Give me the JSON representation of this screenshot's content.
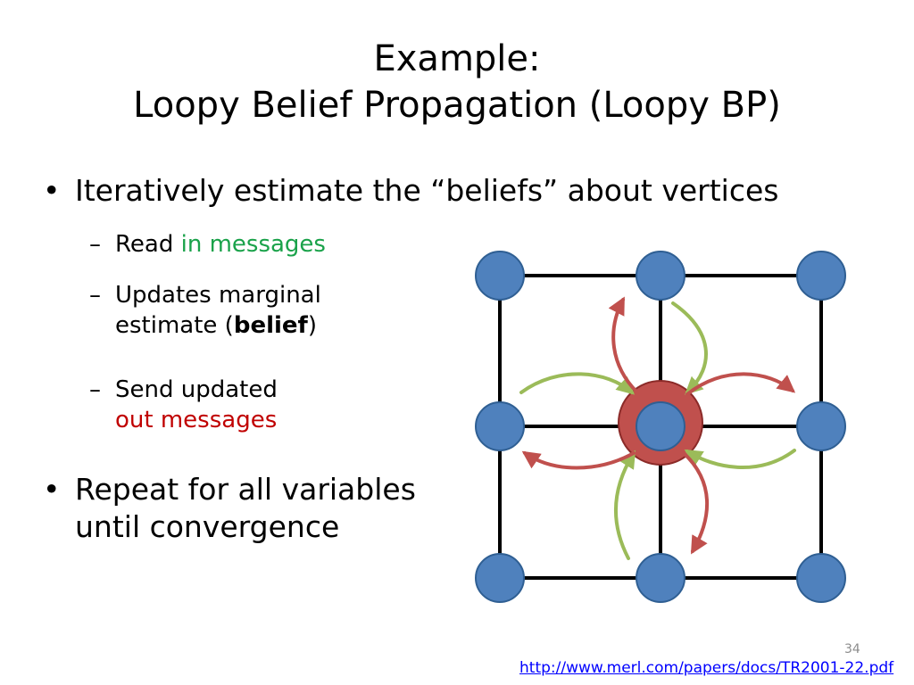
{
  "title": {
    "line1": "Example:",
    "line2": "Loopy Belief Propagation (Loopy BP)"
  },
  "bullets": {
    "b1": {
      "marker": "•",
      "text": "Iteratively estimate the “beliefs” about vertices"
    },
    "sub1": {
      "marker": "–",
      "text": "Read ",
      "highlight": "in messages"
    },
    "sub2": {
      "marker": "–",
      "line1": "Updates marginal",
      "line2_pre": "estimate (",
      "line2_bold": "belief",
      "line2_post": ")"
    },
    "sub3": {
      "marker": "–",
      "line1": "Send updated",
      "line2": "out messages"
    },
    "b2": {
      "marker": "•",
      "line1": "Repeat for all variables",
      "line2": "until convergence"
    }
  },
  "diagram": {
    "grid": {
      "rows": 3,
      "cols": 3,
      "center_node": "highlighted"
    },
    "colors": {
      "node": "#4f81bd",
      "node_stroke": "#2f5f93",
      "center": "#c0504d",
      "center_stroke": "#8b2a28",
      "edge": "#000000",
      "in_message": "#9bbb59",
      "out_message": "#c0504d"
    },
    "in_messages": [
      "from-top",
      "from-right",
      "from-bottom",
      "from-left"
    ],
    "out_messages": [
      "to-top",
      "to-right",
      "to-bottom",
      "to-left"
    ]
  },
  "footer": {
    "page_number": "34",
    "link": "http://www.merl.com/papers/docs/TR2001-22.pdf"
  }
}
